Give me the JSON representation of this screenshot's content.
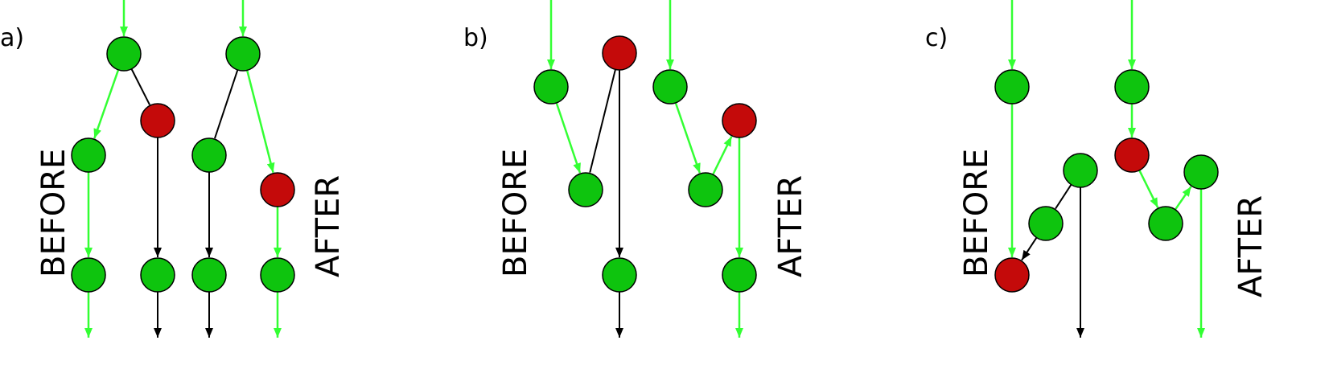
{
  "colors": {
    "green_node": "#0ec40e",
    "red_node": "#c40a0a",
    "node_stroke": "#000000",
    "green_edge": "#33ff33",
    "black_edge": "#000000",
    "text": "#000000"
  },
  "panels": [
    {
      "id": "a",
      "label": "a)",
      "before_label": "BEFORE",
      "after_label": "AFTER",
      "nodes": [
        {
          "id": "a_b1",
          "color": "green"
        },
        {
          "id": "a_b2",
          "color": "red"
        },
        {
          "id": "a_b3",
          "color": "green"
        },
        {
          "id": "a_b4",
          "color": "green"
        },
        {
          "id": "a_b5",
          "color": "green"
        },
        {
          "id": "a_a1",
          "color": "green"
        },
        {
          "id": "a_a2",
          "color": "green"
        },
        {
          "id": "a_a3",
          "color": "red"
        },
        {
          "id": "a_a4",
          "color": "green"
        },
        {
          "id": "a_a5",
          "color": "green"
        }
      ]
    },
    {
      "id": "b",
      "label": "b)",
      "before_label": "BEFORE",
      "after_label": "AFTER",
      "nodes": [
        {
          "id": "b_b1",
          "color": "green"
        },
        {
          "id": "b_b2",
          "color": "red"
        },
        {
          "id": "b_b3",
          "color": "green"
        },
        {
          "id": "b_b4",
          "color": "green"
        },
        {
          "id": "b_a1",
          "color": "green"
        },
        {
          "id": "b_a2",
          "color": "red"
        },
        {
          "id": "b_a3",
          "color": "green"
        },
        {
          "id": "b_a4",
          "color": "green"
        }
      ]
    },
    {
      "id": "c",
      "label": "c)",
      "before_label": "BEFORE",
      "after_label": "AFTER",
      "nodes": [
        {
          "id": "c_b1",
          "color": "green"
        },
        {
          "id": "c_b2",
          "color": "green"
        },
        {
          "id": "c_b3",
          "color": "green"
        },
        {
          "id": "c_b4",
          "color": "red"
        },
        {
          "id": "c_a1",
          "color": "green"
        },
        {
          "id": "c_a2",
          "color": "red"
        },
        {
          "id": "c_a3",
          "color": "green"
        },
        {
          "id": "c_a4",
          "color": "green"
        }
      ]
    }
  ]
}
